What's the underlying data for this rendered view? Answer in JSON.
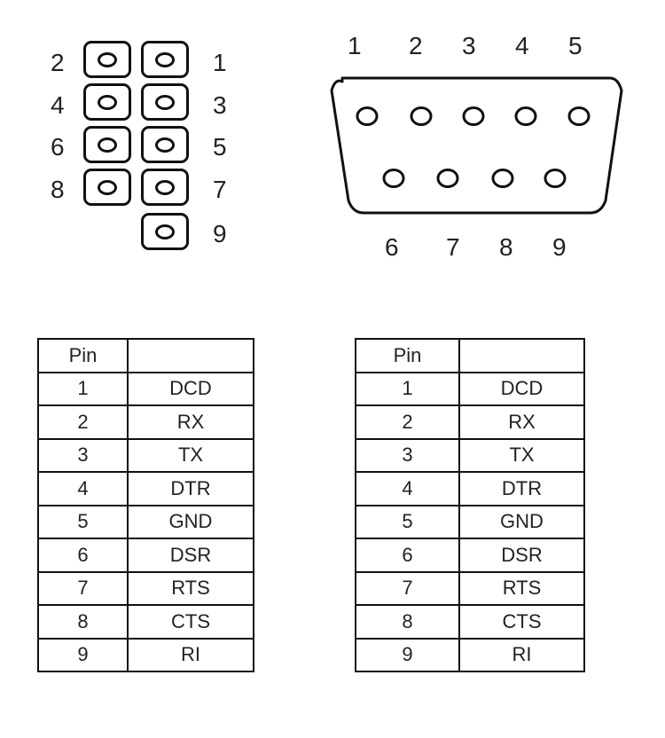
{
  "header_connector": {
    "description": "2x5 pin header (9 pins)",
    "left_labels": [
      "2",
      "4",
      "6",
      "8"
    ],
    "right_labels": [
      "1",
      "3",
      "5",
      "7",
      "9"
    ]
  },
  "db9_connector": {
    "description": "DB9 connector face",
    "top_labels": [
      "1",
      "2",
      "3",
      "4",
      "5"
    ],
    "bottom_labels": [
      "6",
      "7",
      "8",
      "9"
    ]
  },
  "tables": [
    {
      "header": {
        "pin": "Pin",
        "signal": ""
      },
      "rows": [
        {
          "pin": "1",
          "signal": "DCD"
        },
        {
          "pin": "2",
          "signal": "RX"
        },
        {
          "pin": "3",
          "signal": "TX"
        },
        {
          "pin": "4",
          "signal": "DTR"
        },
        {
          "pin": "5",
          "signal": "GND"
        },
        {
          "pin": "6",
          "signal": "DSR"
        },
        {
          "pin": "7",
          "signal": "RTS"
        },
        {
          "pin": "8",
          "signal": "CTS"
        },
        {
          "pin": "9",
          "signal": "RI"
        }
      ]
    },
    {
      "header": {
        "pin": "Pin",
        "signal": ""
      },
      "rows": [
        {
          "pin": "1",
          "signal": "DCD"
        },
        {
          "pin": "2",
          "signal": "RX"
        },
        {
          "pin": "3",
          "signal": "TX"
        },
        {
          "pin": "4",
          "signal": "DTR"
        },
        {
          "pin": "5",
          "signal": "GND"
        },
        {
          "pin": "6",
          "signal": "DSR"
        },
        {
          "pin": "7",
          "signal": "RTS"
        },
        {
          "pin": "8",
          "signal": "CTS"
        },
        {
          "pin": "9",
          "signal": "RI"
        }
      ]
    }
  ]
}
